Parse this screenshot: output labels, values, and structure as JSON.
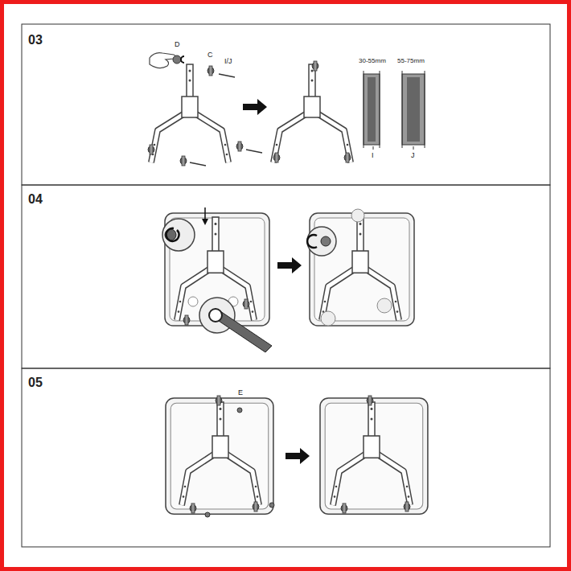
{
  "diagram": {
    "labels": [
      "03",
      "D",
      "C",
      "I/J",
      "30-55mm",
      "55-75mm",
      "I",
      "J",
      "04",
      "05",
      "E"
    ]
  }
}
